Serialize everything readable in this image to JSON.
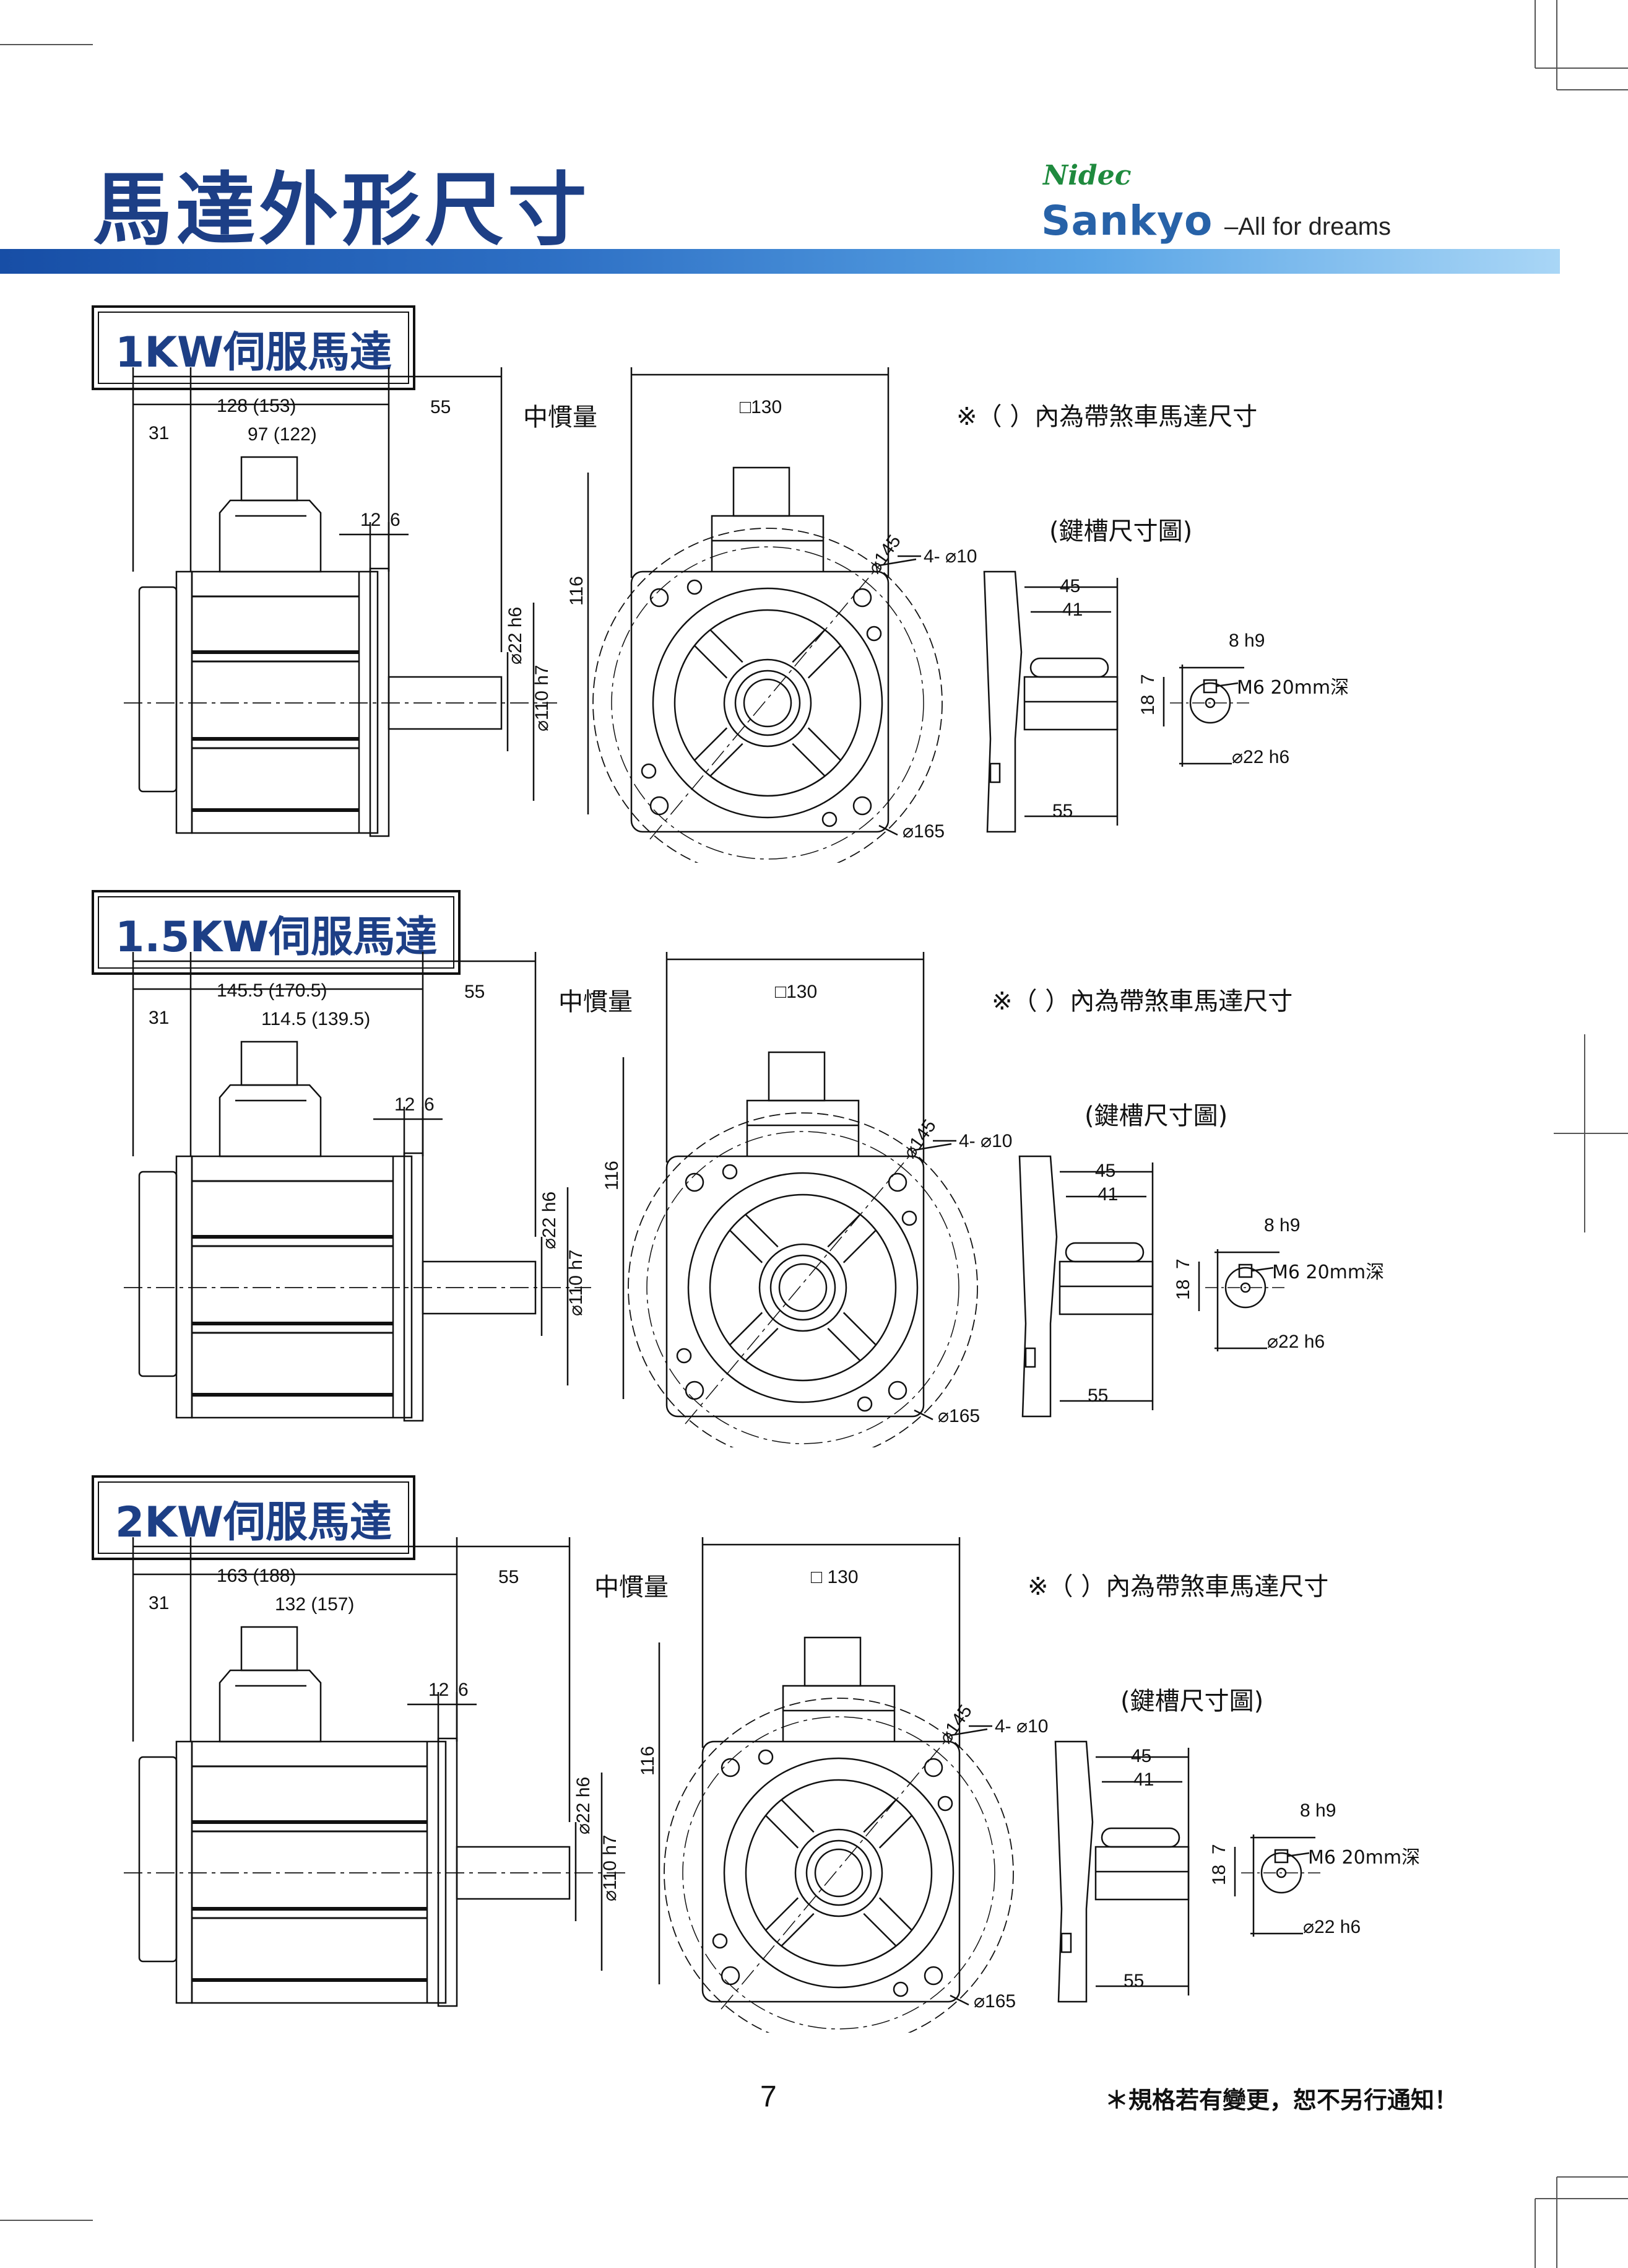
{
  "header": {
    "title": "馬達外形尺寸",
    "logo_top": "Nidec",
    "logo_main": "Sankyo",
    "logo_tagline": "All for dreams"
  },
  "sections": [
    {
      "title": "1KW伺服馬達",
      "overall_length": "128 (153)",
      "body_length": "97 (122)",
      "rear_length": "31",
      "shaft_length": "55",
      "flange_thick": "12",
      "flange_gap": "6",
      "shaft_dia": "⌀22 h6",
      "spigot_dia": "⌀110 h7",
      "inertia_label": "中慣量",
      "square": "□130",
      "height": "116",
      "pcd": "⌀145",
      "holes": "4- ⌀10",
      "outer_dia": "⌀165",
      "brake_note": "※（ ）內為帶煞車馬達尺寸",
      "key_title": "(鍵槽尺寸圖)",
      "key_len_outer": "45",
      "key_len_inner": "41",
      "key_width": "8 h9",
      "key_h1": "18",
      "key_h2": "7",
      "tap": "M6  20mm深",
      "key_shaft_dia": "⌀22 h6",
      "key_shaft_len": "55"
    },
    {
      "title": "1.5KW伺服馬達",
      "overall_length": "145.5 (170.5)",
      "body_length": "114.5 (139.5)",
      "rear_length": "31",
      "shaft_length": "55",
      "flange_thick": "12",
      "flange_gap": "6",
      "shaft_dia": "⌀22 h6",
      "spigot_dia": "⌀110 h7",
      "inertia_label": "中慣量",
      "square": "□130",
      "height": "116",
      "pcd": "⌀145",
      "holes": "4- ⌀10",
      "outer_dia": "⌀165",
      "brake_note": "※（ ）內為帶煞車馬達尺寸",
      "key_title": "(鍵槽尺寸圖)",
      "key_len_outer": "45",
      "key_len_inner": "41",
      "key_width": "8 h9",
      "key_h1": "18",
      "key_h2": "7",
      "tap": "M6  20mm深",
      "key_shaft_dia": "⌀22 h6",
      "key_shaft_len": "55"
    },
    {
      "title": "2KW伺服馬達",
      "overall_length": "163 (188)",
      "body_length": "132 (157)",
      "rear_length": "31",
      "shaft_length": "55",
      "flange_thick": "12",
      "flange_gap": "6",
      "shaft_dia": "⌀22 h6",
      "spigot_dia": "⌀110 h7",
      "inertia_label": "中慣量",
      "square": "□ 130",
      "height": "116",
      "pcd": "⌀145",
      "holes": "4- ⌀10",
      "outer_dia": "⌀165",
      "brake_note": "※（ ）內為帶煞車馬達尺寸",
      "key_title": "(鍵槽尺寸圖)",
      "key_len_outer": "45",
      "key_len_inner": "41",
      "key_width": "8 h9",
      "key_h1": "18",
      "key_h2": "7",
      "tap": "M6  20mm深",
      "key_shaft_dia": "⌀22 h6",
      "key_shaft_len": "55"
    }
  ],
  "footer": {
    "page_number": "7",
    "note": "＊規格若有變更，恕不另行通知！"
  }
}
